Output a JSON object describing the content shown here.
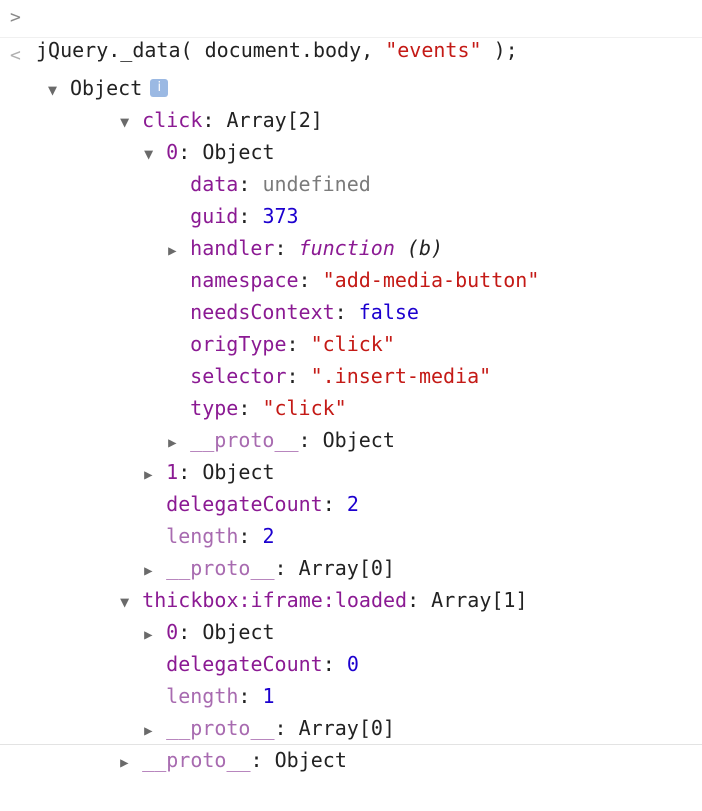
{
  "prompt": {
    "input_glyph": ">",
    "result_glyph": "<",
    "command_tokens": {
      "a": "jQuery._data( document.body, ",
      "b": "\"events\"",
      "c": " );"
    }
  },
  "glyphs": {
    "expanded": "▼",
    "collapsed": "▶",
    "info": "i"
  },
  "tree": {
    "root": "Object",
    "click": {
      "key": "click",
      "value": "Array[2]"
    },
    "click_0": {
      "key": "0",
      "value": "Object"
    },
    "data": {
      "key": "data",
      "value": "undefined"
    },
    "guid": {
      "key": "guid",
      "value": "373"
    },
    "handler": {
      "key": "handler",
      "kw": "function",
      "sig": " (b)"
    },
    "namespace": {
      "key": "namespace",
      "value": "\"add-media-button\""
    },
    "needsContext": {
      "key": "needsContext",
      "value": "false"
    },
    "origType": {
      "key": "origType",
      "value": "\"click\""
    },
    "selector": {
      "key": "selector",
      "value": "\".insert-media\""
    },
    "type": {
      "key": "type",
      "value": "\"click\""
    },
    "proto_obj_inner": {
      "key": "__proto__",
      "value": "Object"
    },
    "click_1": {
      "key": "1",
      "value": "Object"
    },
    "click_delegateCount": {
      "key": "delegateCount",
      "value": "2"
    },
    "click_length": {
      "key": "length",
      "value": "2"
    },
    "click_proto": {
      "key": "__proto__",
      "value": "Array[0]"
    },
    "thickbox": {
      "key": "thickbox:iframe:loaded",
      "value": "Array[1]"
    },
    "thickbox_0": {
      "key": "0",
      "value": "Object"
    },
    "thickbox_delegateCount": {
      "key": "delegateCount",
      "value": "0"
    },
    "thickbox_length": {
      "key": "length",
      "value": "1"
    },
    "thickbox_proto": {
      "key": "__proto__",
      "value": "Array[0]"
    },
    "root_proto": {
      "key": "__proto__",
      "value": "Object"
    }
  }
}
